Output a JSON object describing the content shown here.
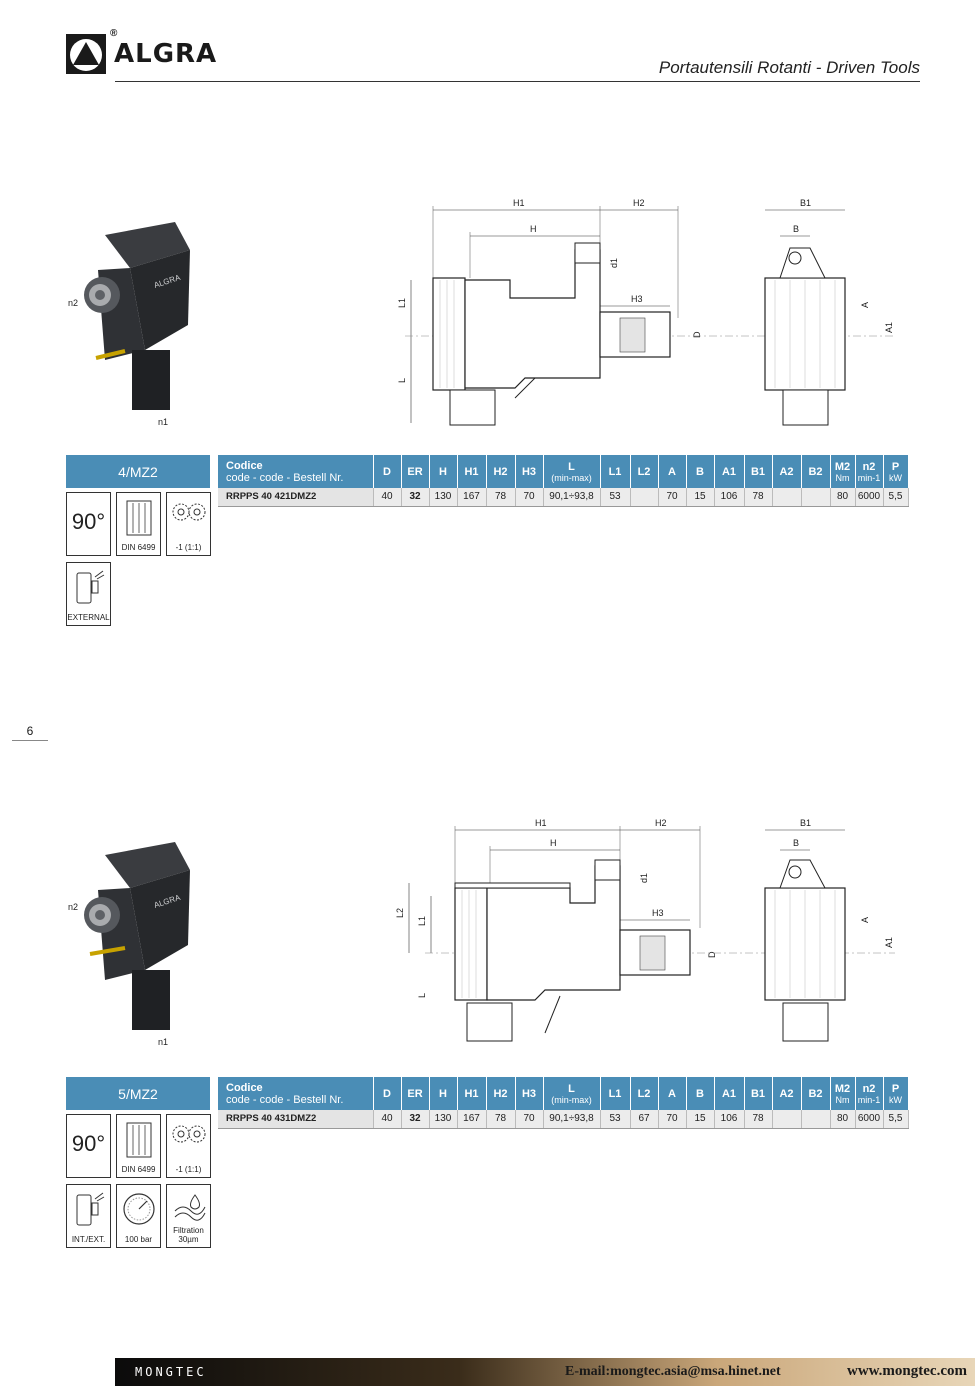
{
  "header": {
    "brand": "ALGRA",
    "registered": "®",
    "title": "Portautensili Rotanti - Driven Tools"
  },
  "page_number": "6",
  "table_headers": {
    "codice": "Codice",
    "codice_sub": "code - code - Bestell Nr.",
    "D": "D",
    "ER": "ER",
    "H": "H",
    "H1": "H1",
    "H2": "H2",
    "H3": "H3",
    "L": "L",
    "L_sub": "(min-max)",
    "L1": "L1",
    "L2": "L2",
    "A": "A",
    "B": "B",
    "A1": "A1",
    "B1": "B1",
    "A2": "A2",
    "B2": "B2",
    "M2": "M2",
    "M2_sub": "Nm",
    "n2": "n2",
    "n2_sub": "min-1",
    "P": "P",
    "P_sub": "kW"
  },
  "drawing_labels": {
    "H1": "H1",
    "H2": "H2",
    "H": "H",
    "H3": "H3",
    "d1": "d1",
    "D": "D",
    "L": "L",
    "L1": "L1",
    "L2": "L2",
    "B1": "B1",
    "B": "B",
    "A": "A",
    "A1": "A1",
    "n1": "n1",
    "n2": "n2"
  },
  "sections": [
    {
      "model": "4/MZ2",
      "row": {
        "code": "RRPPS 40 421DMZ2",
        "D": "40",
        "ER": "32",
        "H": "130",
        "H1": "167",
        "H2": "78",
        "H3": "70",
        "L": "90,1÷93,8",
        "L1": "53",
        "L2": "",
        "A": "70",
        "B": "15",
        "A1": "106",
        "B1": "78",
        "A2": "",
        "B2": "",
        "M2": "80",
        "n2": "6000",
        "P": "5,5"
      },
      "icons": {
        "angle": "90°",
        "collet": "DIN 6499",
        "ratio": "-1 (1:1)",
        "coolant": "EXTERNAL"
      }
    },
    {
      "model": "5/MZ2",
      "row": {
        "code": "RRPPS 40 431DMZ2",
        "D": "40",
        "ER": "32",
        "H": "130",
        "H1": "167",
        "H2": "78",
        "H3": "70",
        "L": "90,1÷93,8",
        "L1": "53",
        "L2": "67",
        "A": "70",
        "B": "15",
        "A1": "106",
        "B1": "78",
        "A2": "",
        "B2": "",
        "M2": "80",
        "n2": "6000",
        "P": "5,5"
      },
      "icons": {
        "angle": "90°",
        "collet": "DIN 6499",
        "ratio": "-1 (1:1)",
        "coolant": "INT./EXT.",
        "pressure": "100 bar",
        "filtration": "Filtration",
        "filtration_value": "30µm"
      }
    }
  ],
  "footer": {
    "brand": "MONGTEC",
    "email": "E-mail:mongtec.asia@msa.hinet.net",
    "web": "www.mongtec.com"
  }
}
